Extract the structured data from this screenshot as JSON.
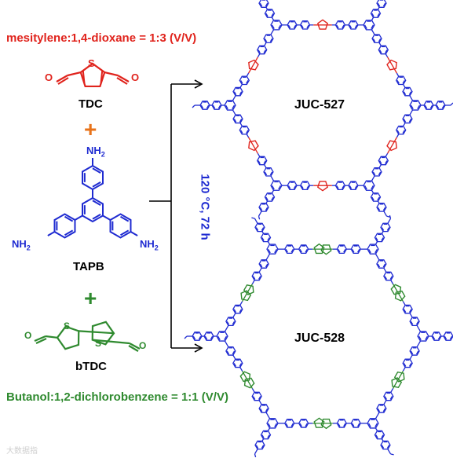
{
  "colors": {
    "tdc": "#e0231c",
    "tapb": "#1f2bd1",
    "btdc": "#2f8a2f",
    "plus": "#e8731a",
    "black": "#000000"
  },
  "conditions": {
    "tdc_solvent": "mesitylene:1,4-dioxane = 1:3 (V/V)",
    "btdc_solvent": "Butanol:1,2-dichlorobenzene = 1:1 (V/V)",
    "reaction": "120 °C, 72 h"
  },
  "monomers": {
    "tdc": {
      "label": "TDC",
      "heteroatom": "S",
      "carbonyl": "O"
    },
    "tapb": {
      "label": "TAPB",
      "amine": "NH",
      "subscript": "2"
    },
    "btdc": {
      "label": "bTDC",
      "heteroatom": "S",
      "carbonyl": "O"
    }
  },
  "plus_sign": "+",
  "products": [
    {
      "label": "JUC-527"
    },
    {
      "label": "JUC-528"
    }
  ],
  "watermark": "大数据指"
}
